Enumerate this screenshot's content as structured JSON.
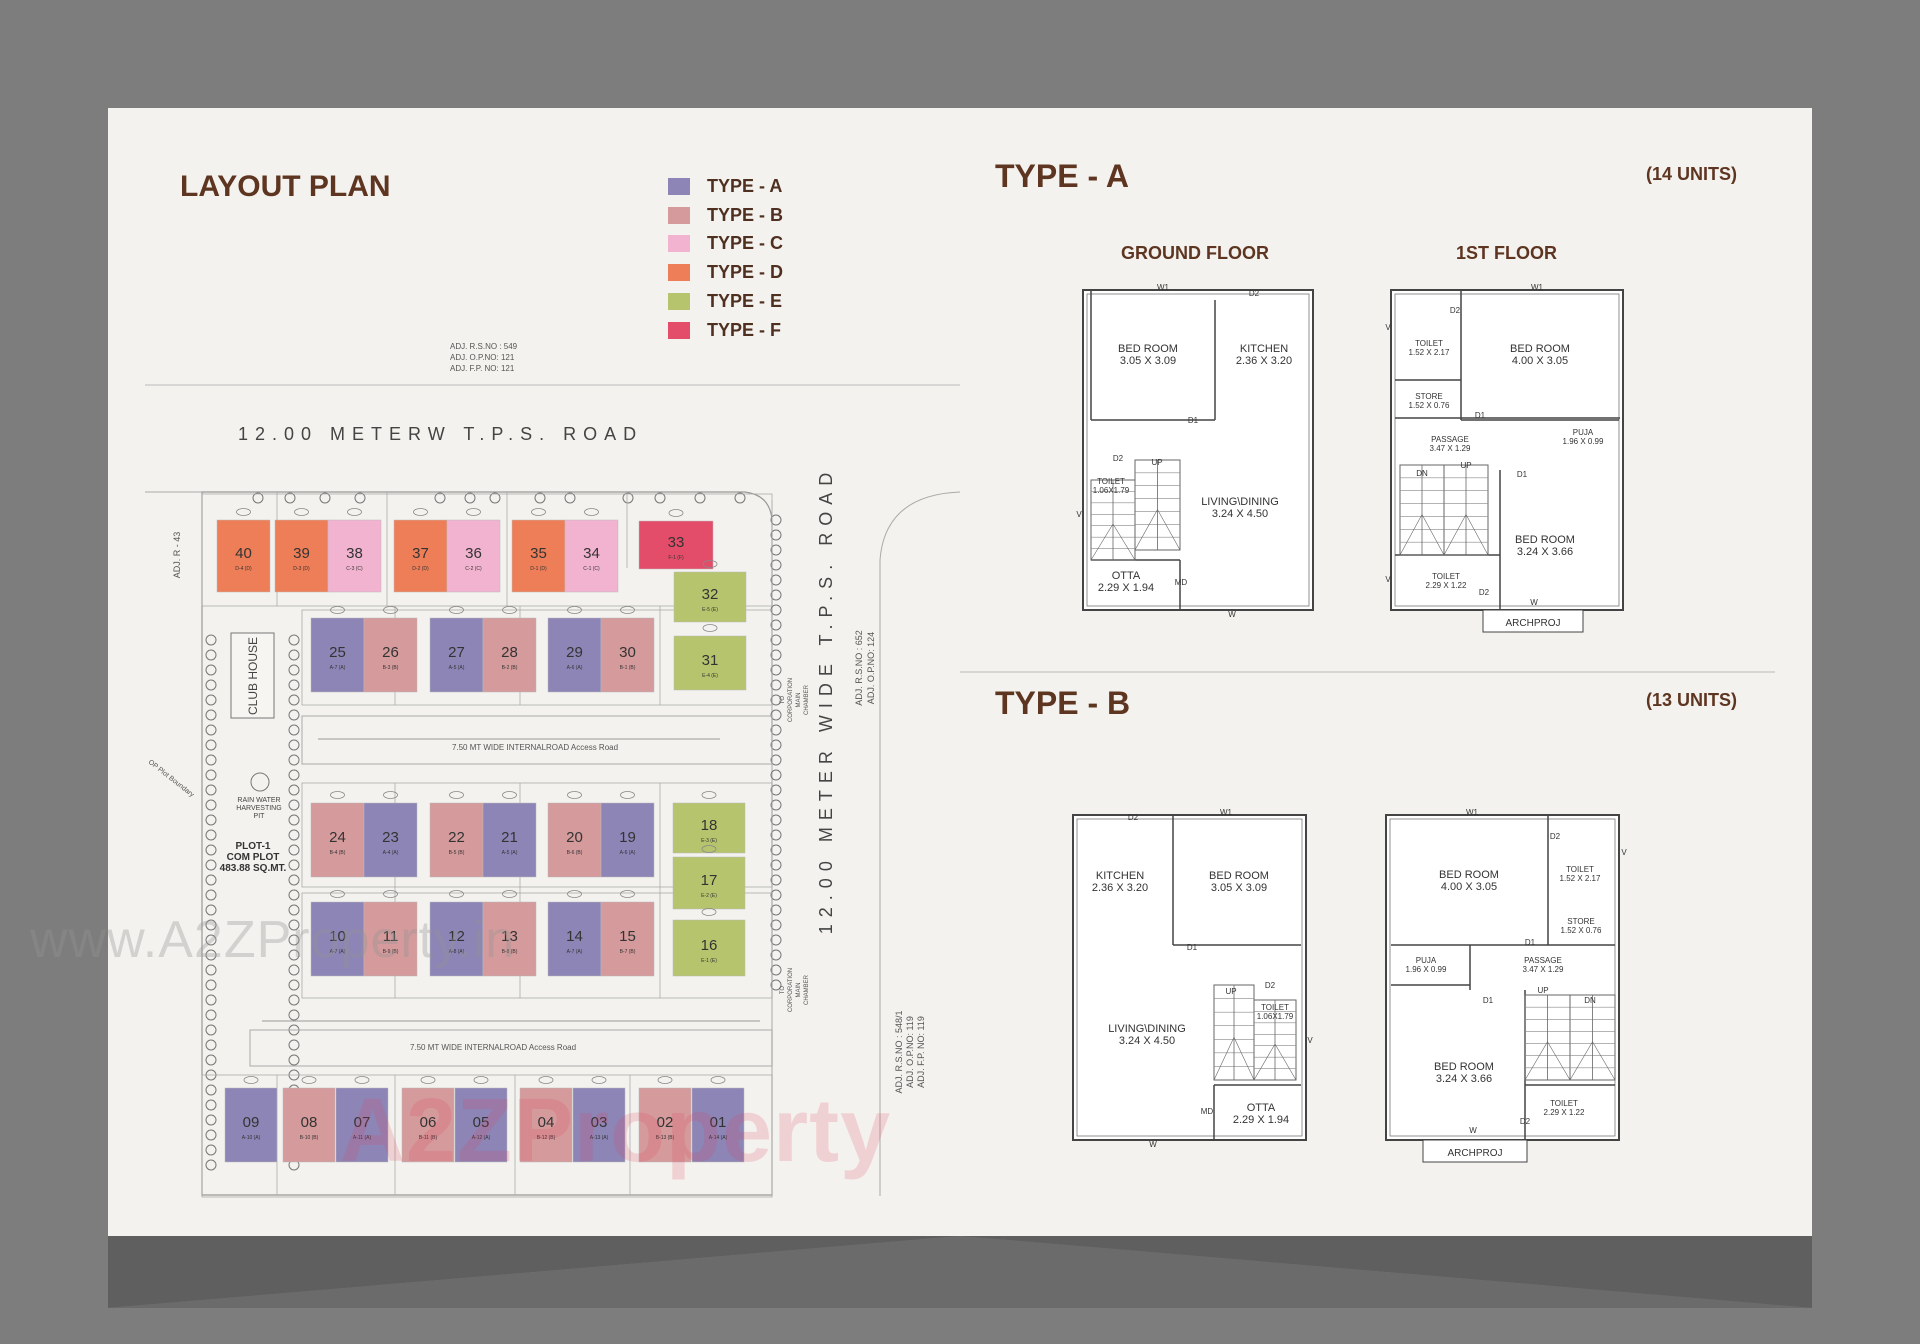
{
  "layout": {
    "title": "LAYOUT PLAN",
    "legend": [
      {
        "label": "TYPE - A",
        "color": "#8d85b6"
      },
      {
        "label": "TYPE - B",
        "color": "#d59a9b"
      },
      {
        "label": "TYPE - C",
        "color": "#f1b3cf"
      },
      {
        "label": "TYPE - D",
        "color": "#ee7e57"
      },
      {
        "label": "TYPE - E",
        "color": "#b6c46d"
      },
      {
        "label": "TYPE - F",
        "color": "#e44d69"
      }
    ],
    "adj_top": [
      "ADJ. R.S.NO : 549",
      "ADJ. O.P.NO: 121",
      "ADJ. F.P. NO: 121"
    ],
    "road_top": "12.00   METERW T.P.S.   ROAD",
    "road_right": "12.00   METER   WIDE   T.P.S.   ROAD",
    "adj_left": "ADJ. R - 43",
    "adj_right": [
      "ADJ. R.S.NO : 652",
      "ADJ. O.P.NO: 124"
    ],
    "adj_bottom": [
      "ADJ. R.S.NO : 548/1",
      "ADJ. O.P.NO: 119",
      "ADJ. F.P. NO: 119"
    ],
    "club_house": "CLUB HOUSE",
    "rain_water": [
      "RAIN WATER",
      "HARVESTING",
      "PIT"
    ],
    "com_plot": [
      "PLOT-1",
      "COM PLOT",
      "483.88 SQ.MT."
    ],
    "op_plot": "OP Plot Boundary",
    "internal_road_1": "7.50 MT WIDE INTERNALROAD Access Road",
    "internal_road_2": "7.50 MT WIDE INTERNALROAD Access Road",
    "drain": [
      "TO",
      "CORPORATION",
      "MAIN",
      "CHAMBER"
    ],
    "plots": [
      {
        "n": "40",
        "s": "D-4 (D)",
        "t": "D"
      },
      {
        "n": "39",
        "s": "D-3 (D)",
        "t": "D"
      },
      {
        "n": "38",
        "s": "C-3 (C)",
        "t": "C"
      },
      {
        "n": "37",
        "s": "D-2 (D)",
        "t": "D"
      },
      {
        "n": "36",
        "s": "C-2 (C)",
        "t": "C"
      },
      {
        "n": "35",
        "s": "D-1 (D)",
        "t": "D"
      },
      {
        "n": "34",
        "s": "C-1 (C)",
        "t": "C"
      },
      {
        "n": "33",
        "s": "F-1 (F)",
        "t": "F"
      },
      {
        "n": "32",
        "s": "E-5 (E)",
        "t": "E"
      },
      {
        "n": "31",
        "s": "E-4 (E)",
        "t": "E"
      },
      {
        "n": "25",
        "s": "A-7 (A)",
        "t": "A"
      },
      {
        "n": "26",
        "s": "B-3 (B)",
        "t": "B"
      },
      {
        "n": "27",
        "s": "A-5 (A)",
        "t": "A"
      },
      {
        "n": "28",
        "s": "B-2 (B)",
        "t": "B"
      },
      {
        "n": "29",
        "s": "A-6 (A)",
        "t": "A"
      },
      {
        "n": "30",
        "s": "B-1 (B)",
        "t": "B"
      },
      {
        "n": "24",
        "s": "B-4 (B)",
        "t": "B"
      },
      {
        "n": "23",
        "s": "A-4 (A)",
        "t": "A"
      },
      {
        "n": "22",
        "s": "B-5 (B)",
        "t": "B"
      },
      {
        "n": "21",
        "s": "A-5 (A)",
        "t": "A"
      },
      {
        "n": "20",
        "s": "B-6 (B)",
        "t": "B"
      },
      {
        "n": "19",
        "s": "A-6 (A)",
        "t": "A"
      },
      {
        "n": "18",
        "s": "E-3 (E)",
        "t": "E"
      },
      {
        "n": "17",
        "s": "E-2 (E)",
        "t": "E"
      },
      {
        "n": "10",
        "s": "A-7 (A)",
        "t": "A"
      },
      {
        "n": "11",
        "s": "B-9 (B)",
        "t": "B"
      },
      {
        "n": "12",
        "s": "A-8 (A)",
        "t": "A"
      },
      {
        "n": "13",
        "s": "B-8 (B)",
        "t": "B"
      },
      {
        "n": "14",
        "s": "A-7 (A)",
        "t": "A"
      },
      {
        "n": "15",
        "s": "B-7 (B)",
        "t": "B"
      },
      {
        "n": "16",
        "s": "E-1 (E)",
        "t": "E"
      },
      {
        "n": "09",
        "s": "A-10 (A)",
        "t": "A"
      },
      {
        "n": "08",
        "s": "B-10 (B)",
        "t": "B"
      },
      {
        "n": "07",
        "s": "A-11 (A)",
        "t": "A"
      },
      {
        "n": "06",
        "s": "B-11 (B)",
        "t": "B"
      },
      {
        "n": "05",
        "s": "A-12 (A)",
        "t": "A"
      },
      {
        "n": "04",
        "s": "B-12 (B)",
        "t": "B"
      },
      {
        "n": "03",
        "s": "A-13 (A)",
        "t": "A"
      },
      {
        "n": "02",
        "s": "B-13 (B)",
        "t": "B"
      },
      {
        "n": "01",
        "s": "A-14 (A)",
        "t": "A"
      }
    ]
  },
  "watermark": {
    "url": "www.A2ZProperty.in",
    "logo": "A2ZProperty"
  },
  "type_a": {
    "title": "TYPE - A",
    "units": "(14 UNITS)",
    "ground": {
      "label": "GROUND FLOOR",
      "rooms": [
        [
          "BED ROOM",
          "3.05 X 3.09"
        ],
        [
          "KITCHEN",
          "2.36 X 3.20"
        ],
        [
          "LIVING\\DINING",
          "3.24 X 4.50"
        ],
        [
          "TOILET",
          "1.06X1.79"
        ],
        [
          "OTTA",
          "2.29 X 1.94"
        ]
      ],
      "tags": [
        "W1",
        "D2",
        "D1",
        "D2",
        "UP",
        "V",
        "MD",
        "W"
      ]
    },
    "first": {
      "label": "1ST FLOOR",
      "rooms": [
        [
          "TOILET",
          "1.52 X 2.17"
        ],
        [
          "BED ROOM",
          "4.00 X 3.05"
        ],
        [
          "STORE",
          "1.52 X 0.76"
        ],
        [
          "PASSAGE",
          "3.47 X 1.29"
        ],
        [
          "PUJA",
          "1.96 X 0.99"
        ],
        [
          "BED ROOM",
          "3.24 X 3.66"
        ],
        [
          "TOILET",
          "2.29 X 1.22"
        ]
      ],
      "tags": [
        "W1",
        "D2",
        "D1",
        "DN",
        "UP",
        "D1",
        "V",
        "V",
        "D2",
        "W"
      ],
      "archproj": "ARCHPROJ"
    }
  },
  "type_b": {
    "title": "TYPE - B",
    "units": "(13 UNITS)",
    "ground": {
      "rooms": [
        [
          "KITCHEN",
          "2.36 X 3.20"
        ],
        [
          "BED ROOM",
          "3.05 X 3.09"
        ],
        [
          "LIVING\\DINING",
          "3.24 X 4.50"
        ],
        [
          "TOILET",
          "1.06X1.79"
        ],
        [
          "OTTA",
          "2.29  X 1.94"
        ]
      ],
      "tags": [
        "D2",
        "W1",
        "D1",
        "UP",
        "D2",
        "V",
        "MD",
        "W"
      ]
    },
    "first": {
      "rooms": [
        [
          "BED ROOM",
          "4.00 X 3.05"
        ],
        [
          "TOILET",
          "1.52 X 2.17"
        ],
        [
          "STORE",
          "1.52 X 0.76"
        ],
        [
          "PUJA",
          "1.96 X 0.99"
        ],
        [
          "PASSAGE",
          "3.47 X 1.29"
        ],
        [
          "BED ROOM",
          "3.24 X 3.66"
        ],
        [
          "TOILET",
          "2.29 X 1.22"
        ]
      ],
      "tags": [
        "W1",
        "D2",
        "V",
        "D1",
        "D1",
        "UP",
        "DN",
        "W",
        "D2"
      ],
      "archproj": "ARCHPROJ"
    }
  }
}
